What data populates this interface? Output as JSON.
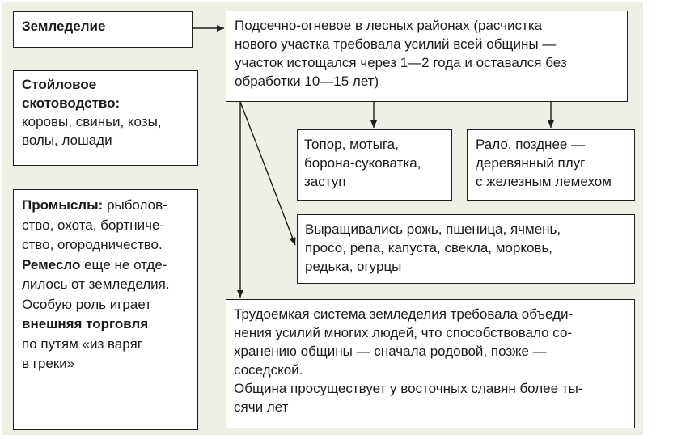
{
  "left_column": {
    "agriculture_title": "Земледелие",
    "livestock": {
      "title_lines": [
        "Стойловое",
        "скотоводство:"
      ],
      "text_lines": [
        "коровы, свиньи, козы,",
        "волы, лошади"
      ]
    },
    "crafts": {
      "line1_bold": "Промыслы:",
      "line1_rest": " рыболов-",
      "line2": "ство, охота, бортниче-",
      "line3": "ство, огородничество.",
      "line4_bold": "Ремесло",
      "line4_rest": " еще не отде-",
      "line5": "лилось от земледелия.",
      "line6": "Особую роль играет",
      "line7_bold": "внешняя торговля",
      "line8": "по путям «из варяг",
      "line9": "в греки»"
    }
  },
  "slash_burn": {
    "lines": [
      "Подсечно-огневое в лесных районах (расчистка",
      "нового участка требовала усилий всей общины —",
      "участок истощался через 1—2 года и оставался без",
      "обработки 10—15 лет)"
    ]
  },
  "tools": {
    "lines": [
      "Топор, мотыга,",
      "борона-суковатка,",
      "заступ"
    ]
  },
  "plough": {
    "lines": [
      "Рало, позднее —",
      "деревянный плуг",
      "с железным лемехом"
    ]
  },
  "crops": {
    "lines": [
      "Выращивались рожь, пшеница, ячмень,",
      "просо, репа, капуста, свекла, морковь,",
      "редька, огурцы"
    ]
  },
  "community": {
    "lines": [
      "Трудоемкая система земледелия требовала объеди-",
      "нения усилий многих людей, что способствовало со-",
      "хранению общины — сначала родовой, позже —",
      "соседской.",
      "Община просуществует у восточных славян более ты-",
      "сячи лет"
    ]
  }
}
